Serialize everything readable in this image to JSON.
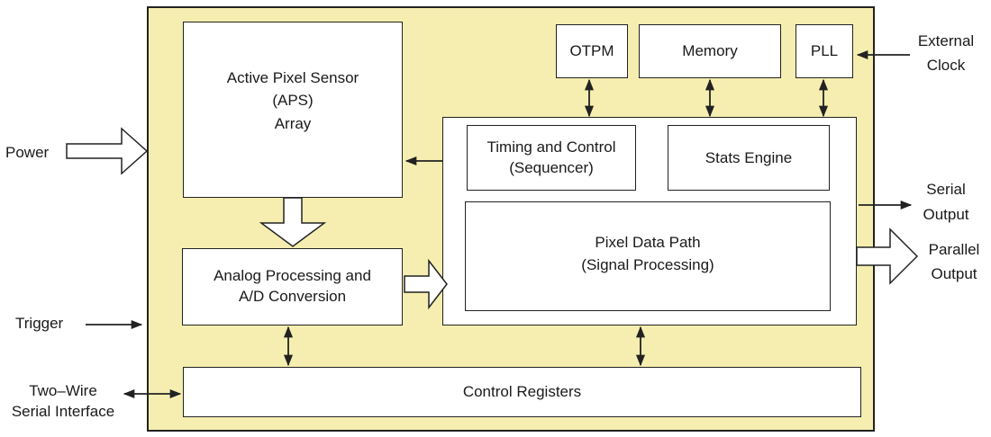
{
  "blocks": {
    "aps": {
      "line1": "Active Pixel Sensor",
      "line2": "(APS)",
      "line3": "Array"
    },
    "otpm": "OTPM",
    "memory": "Memory",
    "pll": "PLL",
    "timing": {
      "line1": "Timing and Control",
      "line2": "(Sequencer)"
    },
    "stats": "Stats Engine",
    "pixel_path": {
      "line1": "Pixel Data Path",
      "line2": "(Signal Processing)"
    },
    "analog": {
      "line1": "Analog Processing and",
      "line2": "A/D Conversion"
    },
    "control_registers": "Control Registers"
  },
  "external": {
    "power": "Power",
    "trigger": "Trigger",
    "two_wire": {
      "line1": "Two–Wire",
      "line2": "Serial Interface"
    },
    "external_clock": {
      "line1": "External",
      "line2": "Clock"
    },
    "serial_output": {
      "line1": "Serial",
      "line2": "Output"
    },
    "parallel_output": {
      "line1": "Parallel",
      "line2": "Output"
    }
  },
  "colors": {
    "chip_fill": "#f5eeb0",
    "box_fill": "#ffffff",
    "line": "#222222"
  }
}
